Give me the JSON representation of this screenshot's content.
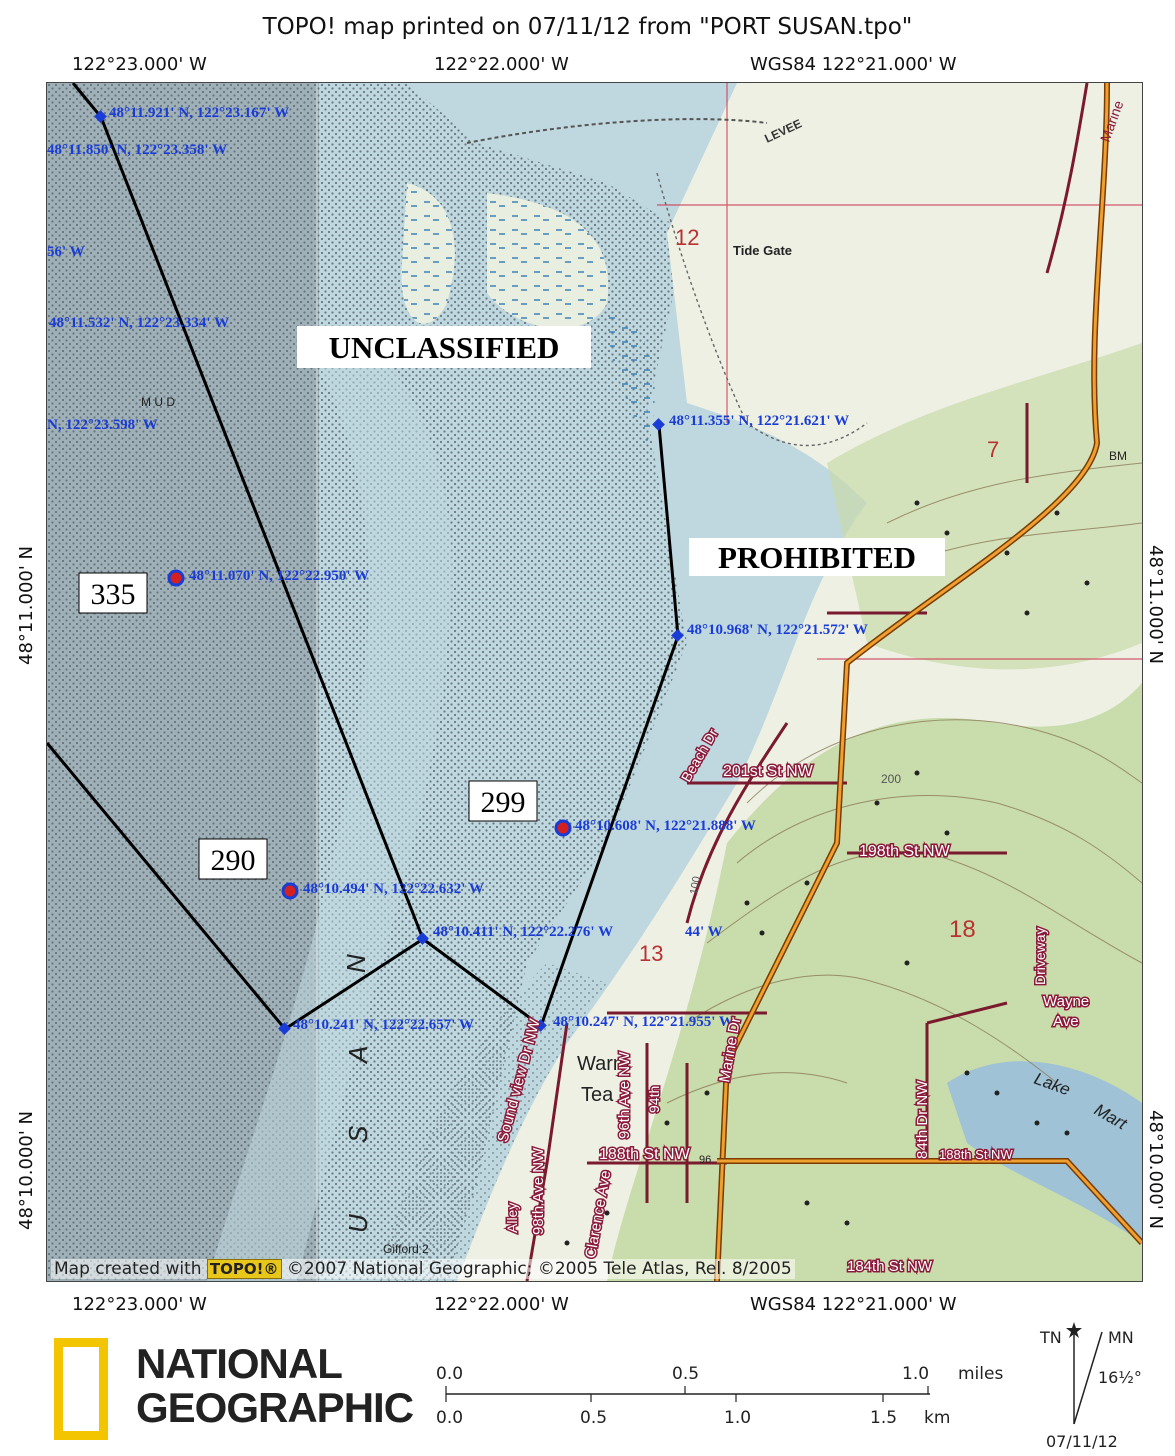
{
  "title": "TOPO! map printed on 07/11/12 from \"PORT SUSAN.tpo\"",
  "top_labels": {
    "left": "122°23.000' W",
    "center": "122°22.000' W",
    "right": "WGS84 122°21.000' W"
  },
  "bottom_labels": {
    "left": "122°23.000' W",
    "center": "122°22.000' W",
    "right": "WGS84 122°21.000' W"
  },
  "side_labels": {
    "upper": "48°11.000' N",
    "lower": "48°10.000' N"
  },
  "zone_labels": {
    "unclassified": "UNCLASSIFIED",
    "prohibited": "PROHIBITED"
  },
  "station_labels": {
    "s335": "335",
    "s299": "299",
    "s290": "290"
  },
  "waypoints": {
    "w1": "48°11.921' N, 122°23.167' W",
    "w2": "48°11.850' N, 122°23.358' W",
    "w3": "56' W",
    "w4": "48°11.532' N, 122°23.334' W",
    "w5": "N, 122°23.598' W",
    "w6": "48°11.355' N, 122°21.621' W",
    "w7": "48°11.070' N, 122°22.950' W",
    "w8": "48°10.968' N, 122°21.572' W",
    "w9": "48°10.608' N, 122°21.888' W",
    "w10": "48°10.494' N, 122°22.632' W",
    "w11": "48°10.411' N, 122°22.276' W",
    "w11b": "44' W",
    "w12": "48°10.241' N, 122°22.657' W",
    "w13": "48°10.247' N, 122°21.955' W"
  },
  "map_text": {
    "levee": "LEVEE",
    "section12": "12",
    "tide_gate": "Tide Gate",
    "marine": "Marine",
    "mud": "M U D",
    "section7": "7",
    "bm": "BM",
    "beach_dr": "Beach Dr",
    "st201": "201st St NW",
    "c200": "200",
    "st198": "198th St NW",
    "section18": "18",
    "driveway": "Driveway",
    "wayne": "Wayne",
    "ave": "Ave",
    "section13": "13",
    "c100": "100",
    "sound_view": "Sound view Dr NW",
    "warm": "Warm",
    "tea": "Tea",
    "ave98": "98th Ave NW",
    "ave96": "96th Ave NW",
    "st94": "94th",
    "marine_dr": "Marine Dr",
    "dr84": "84th Dr NW",
    "lake": "Lake",
    "mart": "Mart",
    "st188": "188th St NW",
    "st188b": "188th St NW",
    "alley": "Alley",
    "clarence": "Clarence Ave",
    "gifford": "Gifford 2",
    "st184": "184th St NW",
    "s_letter": "S",
    "u_letter": "U",
    "a_letter": "A",
    "n_letter": "N",
    "c96": "96"
  },
  "credit": {
    "prefix": "Map created with",
    "topo": "TOPO!®",
    "suffix": "©2007 National Geographic; ©2005 Tele Atlas, Rel. 8/2005"
  },
  "logo": {
    "line1": "NATIONAL",
    "line2": "GEOGRAPHIC"
  },
  "scale": {
    "miles_ticks": [
      "0.0",
      "0.5",
      "1.0"
    ],
    "miles_unit": "miles",
    "km_ticks": [
      "0.0",
      "0.5",
      "1.0",
      "1.5"
    ],
    "km_unit": "km"
  },
  "north": {
    "tn": "TN",
    "mn": "MN",
    "declination": "16½°",
    "date": "07/11/12"
  },
  "colors": {
    "water": "#bfd7df",
    "mudflat": "#8e9ea6",
    "land": "#eef0e4",
    "vegetation": "#c9dcab",
    "road": "#7a1a2e",
    "highway": "#e08a1a",
    "boundary": "#000000",
    "waypoint": "#1a3cd6"
  }
}
